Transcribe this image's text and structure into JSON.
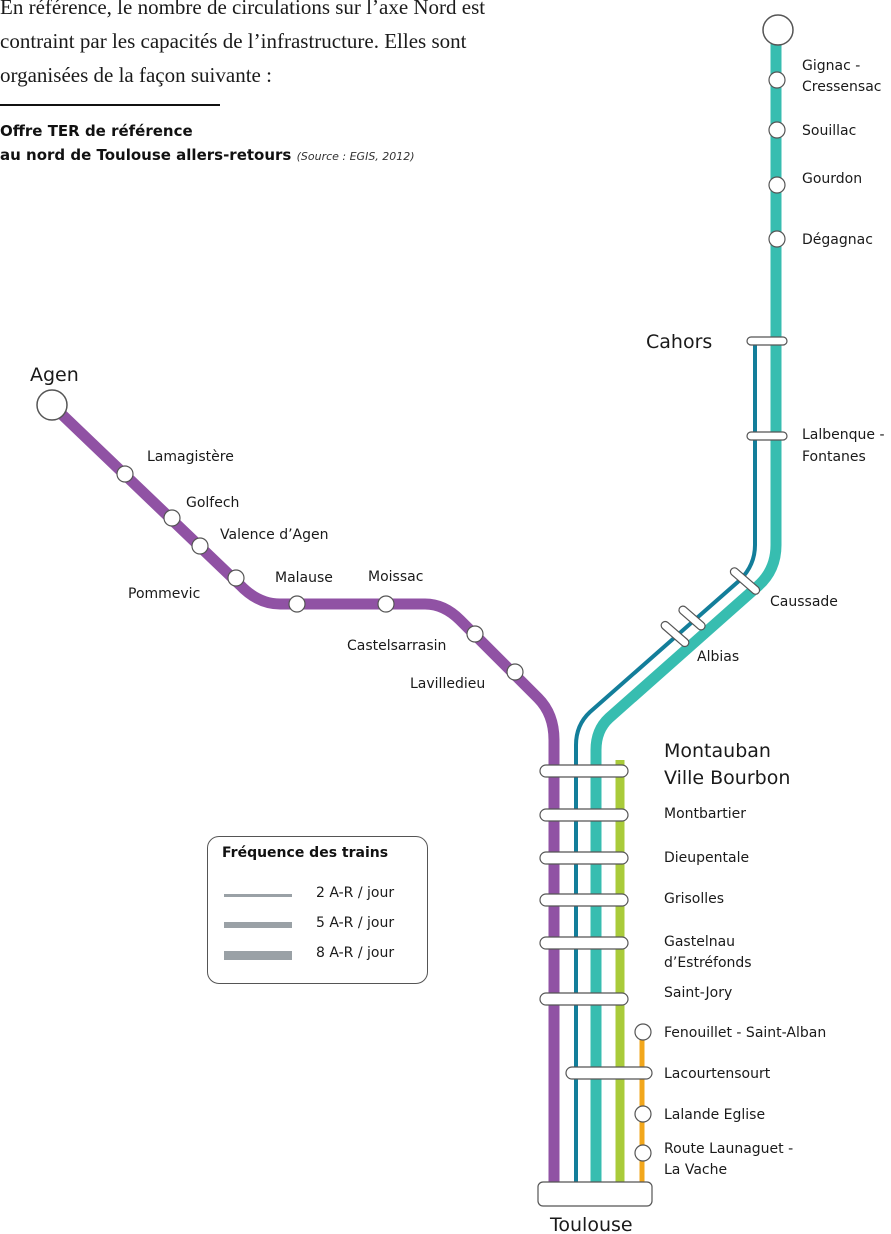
{
  "intro_lines": [
    "En référence, le nombre de circulations sur l’axe Nord est",
    "contraint par les capacités de l’infrastructure. Elles sont",
    "organisées de la façon suivante :"
  ],
  "figure": {
    "caption_line1": "Offre TER de référence",
    "caption_line2": "au nord de Toulouse allers-retours",
    "source": "(Source : EGIS, 2012)"
  },
  "colors": {
    "purple": "#9052a4",
    "teal": "#37bdb0",
    "blue": "#137e9a",
    "green": "#a9cb3a",
    "orange": "#f2a71c",
    "legend_gray": "#9aa1a6"
  },
  "stations": {
    "agen": "Agen",
    "lamagistere": "Lamagistère",
    "golfech": "Golfech",
    "valence": "Valence d’Agen",
    "pommevic": "Pommevic",
    "malause": "Malause",
    "moissac": "Moissac",
    "castelsarrasin": "Castelsarrasin",
    "lavilledieu": "Lavilledieu",
    "gignac_1": "Gignac -",
    "gignac_2": "Cressensac",
    "souillac": "Souillac",
    "gourdon": "Gourdon",
    "degagnac": "Dégagnac",
    "cahors": "Cahors",
    "lalbenque_1": "Lalbenque -",
    "lalbenque_2": "Fontanes",
    "caussade": "Caussade",
    "albias": "Albias",
    "montauban_1": "Montauban",
    "montauban_2": "Ville Bourbon",
    "montbartier": "Montbartier",
    "dieupentale": "Dieupentale",
    "grisolles": "Grisolles",
    "gastelnau_1": "Gastelnau",
    "gastelnau_2": "d’Estréfonds",
    "saint_jory": "Saint-Jory",
    "fenouillet": "Fenouillet - Saint-Alban",
    "lacourtensourt": "Lacourtensourt",
    "lalande": "Lalande Eglise",
    "route_1": "Route Launaguet -",
    "route_2": "La Vache",
    "toulouse": "Toulouse"
  },
  "legend": {
    "title": "Fréquence des trains",
    "items": [
      {
        "label": "2 A-R / jour"
      },
      {
        "label": "5 A-R / jour"
      },
      {
        "label": "8 A-R / jour"
      }
    ]
  }
}
